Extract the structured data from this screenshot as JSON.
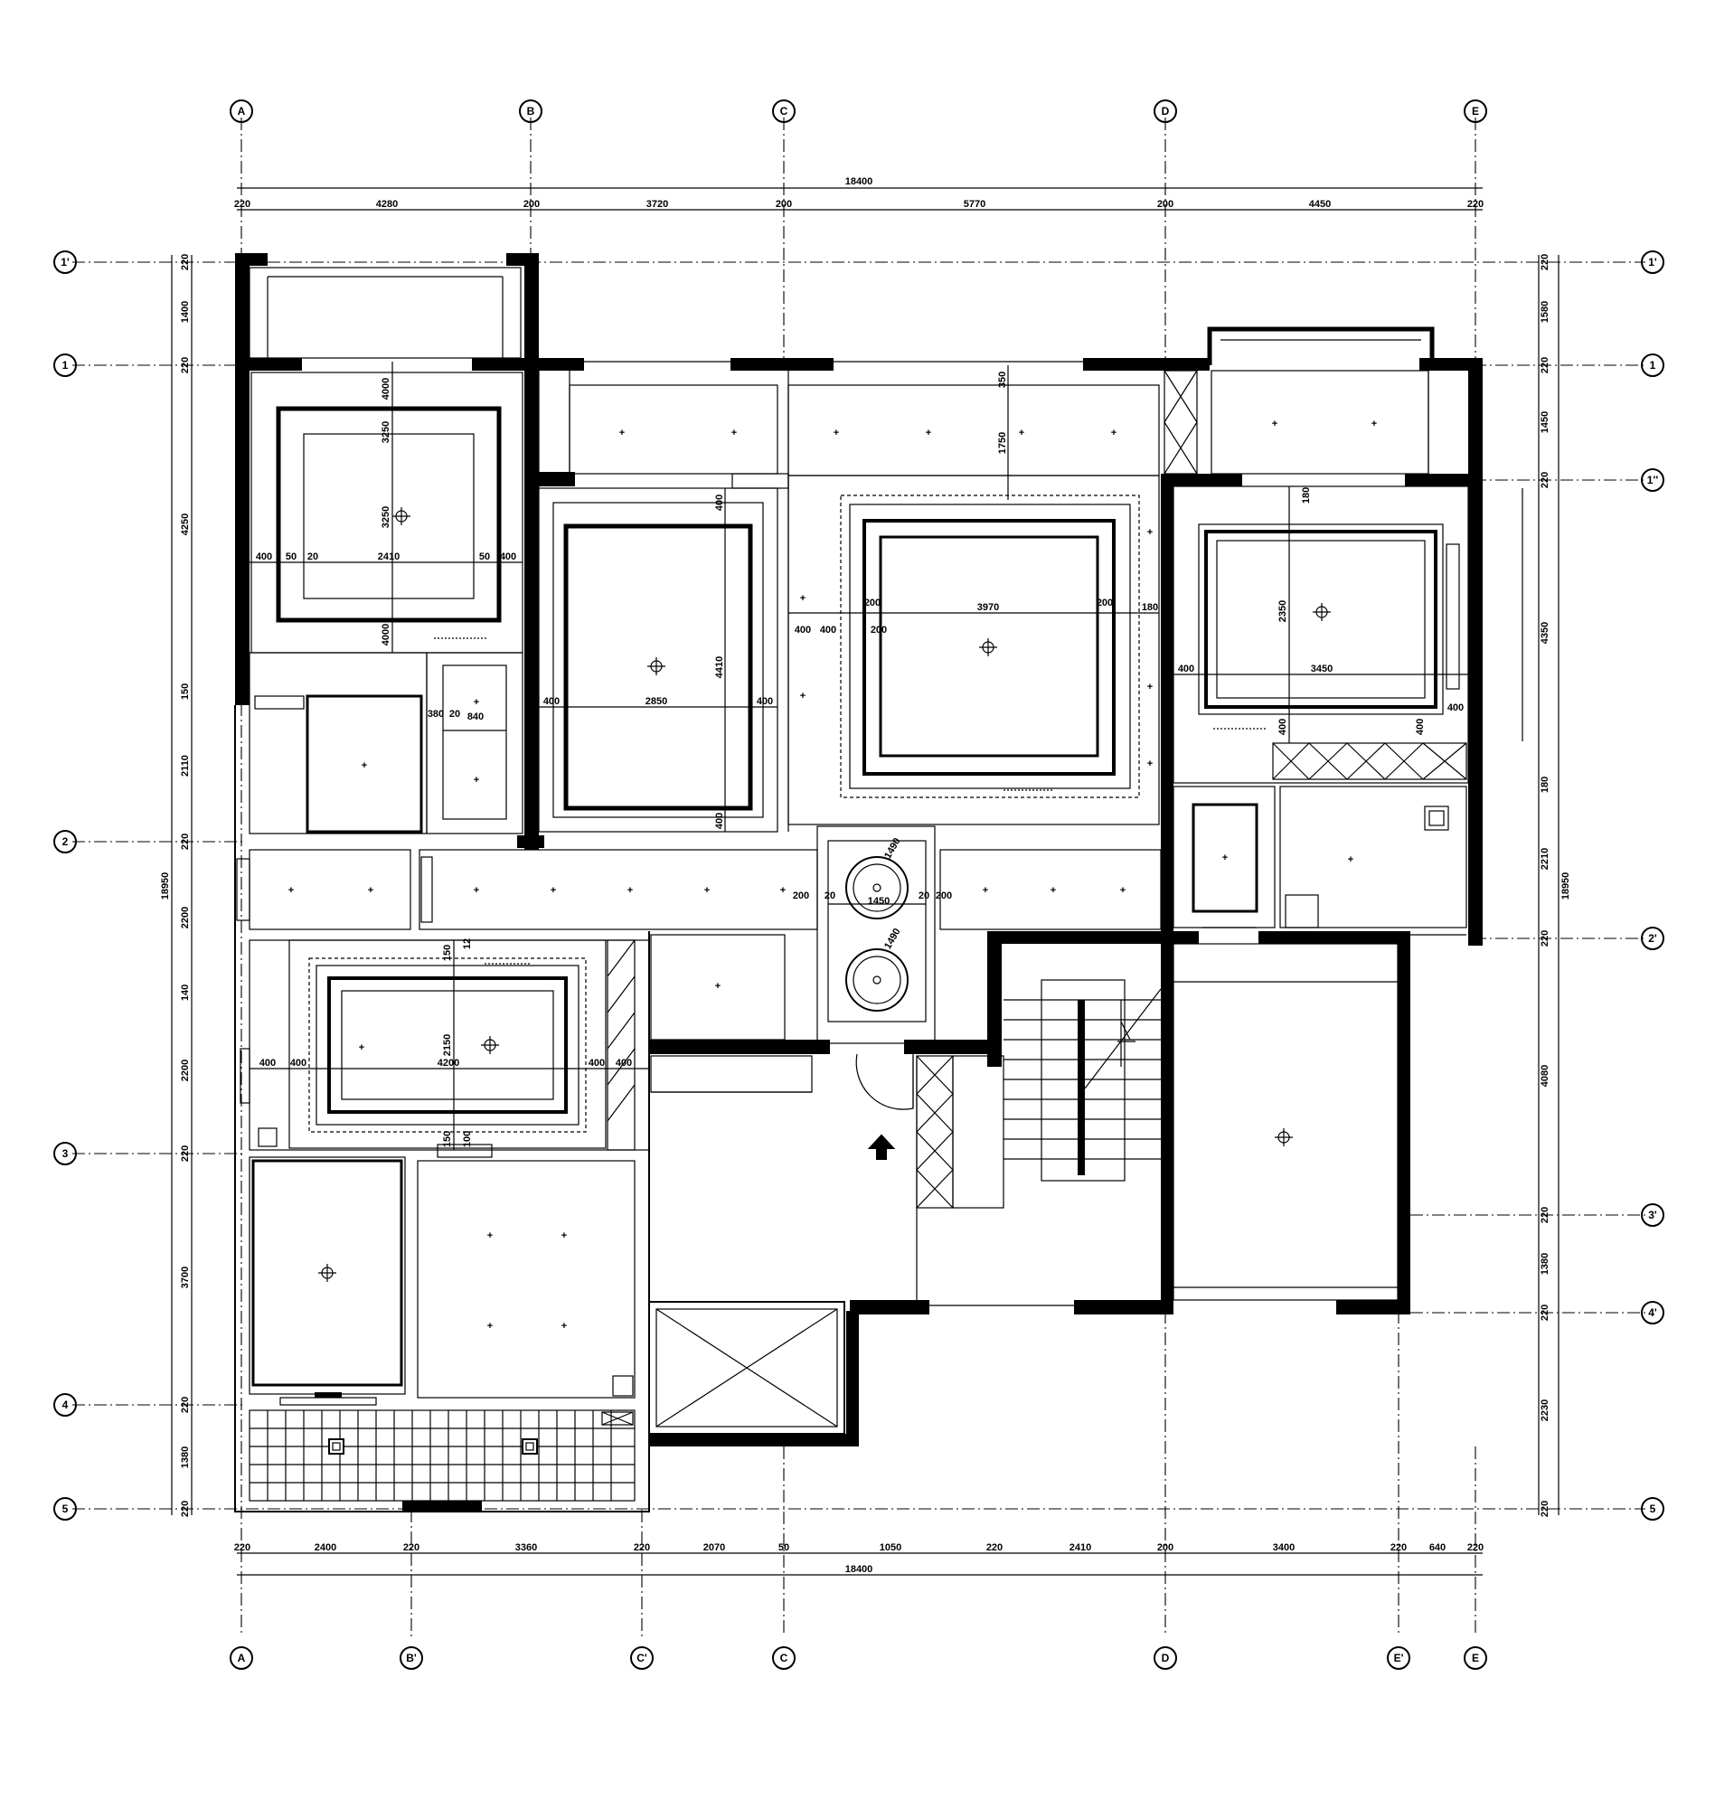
{
  "axes_top": [
    "A",
    "B",
    "C",
    "D",
    "E"
  ],
  "axes_bottom": [
    "A",
    "B'",
    "C'",
    "C",
    "D",
    "E'",
    "E"
  ],
  "axes_left": [
    "1'",
    "1",
    "2",
    "3",
    "4",
    "5"
  ],
  "axes_right": [
    "1'",
    "1",
    "1''",
    "2'",
    "3'",
    "4'",
    "5"
  ],
  "dims_top_total": "18400",
  "dims_top": [
    "220",
    "4280",
    "200",
    "3720",
    "200",
    "5770",
    "200",
    "4450",
    "220"
  ],
  "dims_bottom_total": "18400",
  "dims_bottom": [
    "220",
    "2400",
    "220",
    "3360",
    "220",
    "2070",
    "50",
    "1050",
    "220",
    "2410",
    "200",
    "3400",
    "220",
    "640",
    "220"
  ],
  "dims_left_total": "18950",
  "dims_left": [
    "220",
    "1400",
    "220",
    "4250",
    "150",
    "2110",
    "220",
    "2200",
    "140",
    "2200",
    "220",
    "3700",
    "220",
    "1380",
    "220"
  ],
  "dims_right_total": "18950",
  "dims_right": [
    "220",
    "1580",
    "220",
    "1450",
    "220",
    "4350",
    "180",
    "2210",
    "220",
    "4080",
    "220",
    "1380",
    "220",
    "2230",
    "220"
  ],
  "room_dims": {
    "r1_top": "4000",
    "r1_mid": "3250",
    "r1_left": "400",
    "r1_a": "50",
    "r1_b": "20",
    "r1_c": "2410",
    "r1_d": "50",
    "r1_e": "400",
    "r1_v": "3250",
    "r1_low": "4000",
    "r2_w": "2850",
    "r2_l": "400",
    "r2_r": "400",
    "r2_h": "4410",
    "r2_top": "400",
    "r2_bot": "400",
    "r3_w": "3970",
    "r3_a": "200",
    "r3_b": "200",
    "r3_c": "400",
    "r3_d": "400",
    "r3_e": "200",
    "r3_top": "1750",
    "r3_top2": "350",
    "r3_side": "180",
    "r4_w": "3450",
    "r4_l": "400",
    "r4_h": "2350",
    "r4_t": "180",
    "r4_b": "400",
    "r4_c": "400",
    "r4_d": "400",
    "r5_w": "4200",
    "r5_l": "400",
    "r5_l2": "400",
    "r5_r": "400",
    "r5_r2": "400",
    "r5_h": "2150",
    "r5_t": "150",
    "r5_t2": "12",
    "r5_b": "150",
    "r5_b2": "100",
    "small_a": "380",
    "small_b": "20",
    "small_c": "840",
    "corr_a": "200",
    "corr_b": "20",
    "corr_c": "20",
    "corr_d": "200",
    "corr_e": "1450",
    "circle_a": "1490",
    "circle_b": "1490"
  }
}
